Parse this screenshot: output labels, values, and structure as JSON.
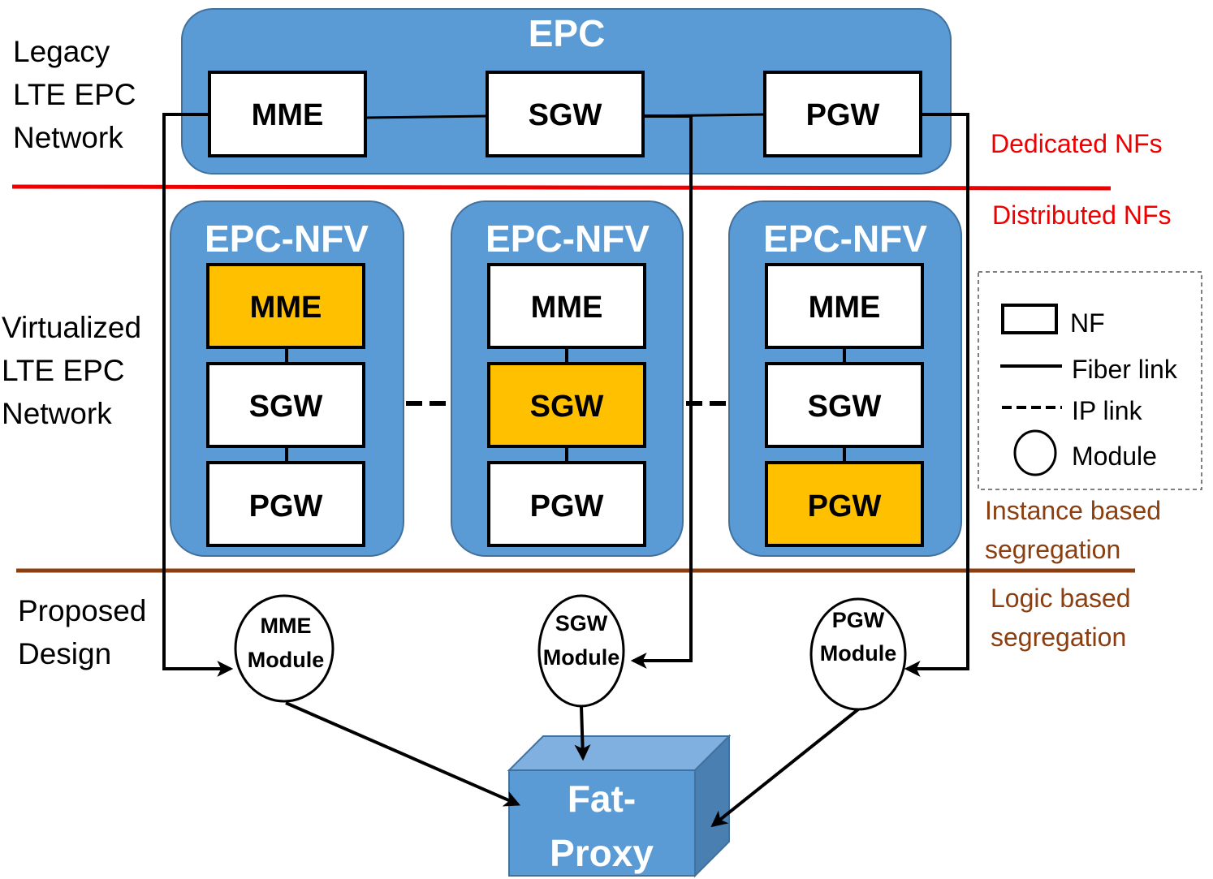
{
  "section_labels": {
    "legacy": [
      "Legacy",
      "LTE EPC",
      "Network"
    ],
    "virtualized": [
      "Virtualized",
      "LTE EPC",
      "Network"
    ],
    "proposed": [
      "Proposed",
      "Design"
    ]
  },
  "epc": {
    "title": "EPC",
    "nfs": [
      "MME",
      "SGW",
      "PGW"
    ]
  },
  "epc_nfv": {
    "title": "EPC-NFV",
    "instances": [
      {
        "nfs": [
          "MME",
          "SGW",
          "PGW"
        ],
        "highlighted": "MME"
      },
      {
        "nfs": [
          "MME",
          "SGW",
          "PGW"
        ],
        "highlighted": "SGW"
      },
      {
        "nfs": [
          "MME",
          "SGW",
          "PGW"
        ],
        "highlighted": "PGW"
      }
    ]
  },
  "divider_labels": {
    "dedicated": "Dedicated NFs",
    "distributed": "Distributed NFs",
    "instance_1": "Instance based",
    "instance_2": "segregation",
    "logic_1": "Logic based",
    "logic_2": "segregation"
  },
  "legend": {
    "nf": "NF",
    "fiber": "Fiber link",
    "ip": "IP link",
    "module": "Module"
  },
  "modules": [
    {
      "line1": "MME",
      "line2": "Module"
    },
    {
      "line1": "SGW",
      "line2": "Module"
    },
    {
      "line1": "PGW",
      "line2": "Module"
    }
  ],
  "fat_proxy": {
    "line1": "Fat-",
    "line2": "Proxy"
  },
  "colors": {
    "container_blue": "#5b9bd5",
    "highlight_yellow": "#ffc000",
    "divider_red": "#ee0000",
    "divider_brown": "#8b3e0f"
  }
}
